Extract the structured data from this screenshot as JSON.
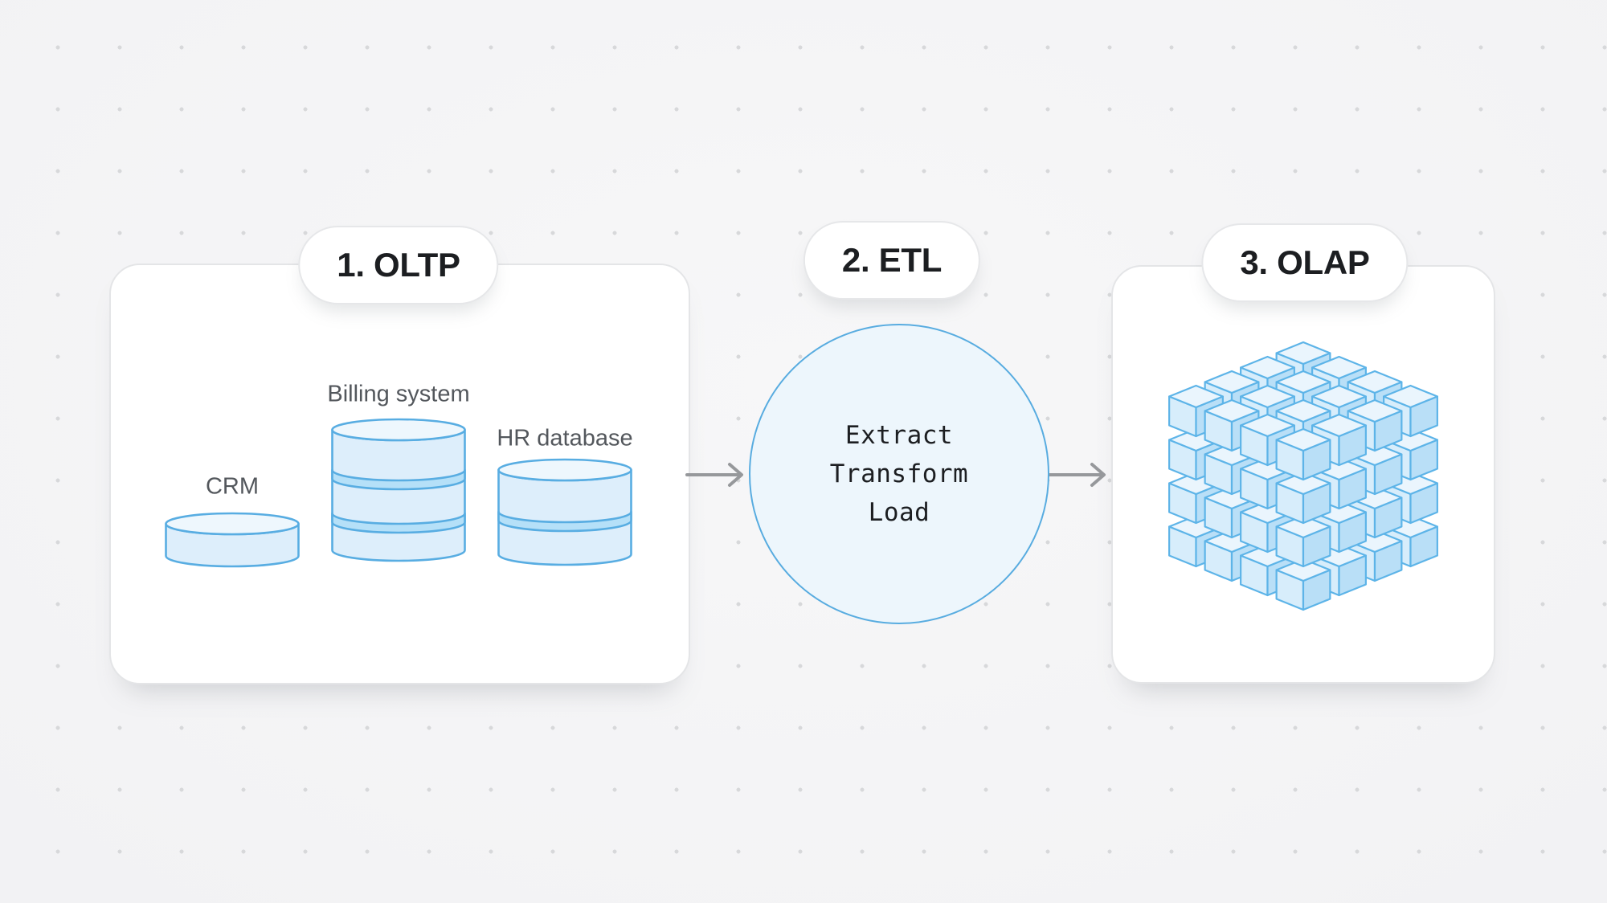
{
  "stages": [
    {
      "badge_label": "1. OLTP",
      "databases": [
        {
          "label": "CRM",
          "tiers": 1
        },
        {
          "label": "Billing system",
          "tiers": 3
        },
        {
          "label": "HR database",
          "tiers": 2
        }
      ]
    },
    {
      "badge_label": "2. ETL",
      "circle_lines": [
        "Extract",
        "Transform",
        "Load"
      ]
    },
    {
      "badge_label": "3. OLAP",
      "cube": {
        "rows": 4,
        "cols": 4,
        "layers": 4
      }
    }
  ],
  "colors": {
    "cylinder_stroke": "#58ade2",
    "cylinder_body": "#ddeefb",
    "cylinder_top": "#eef7fd",
    "cylinder_band": "#b5e0f8",
    "circle_fill": "#edf6fc",
    "circle_stroke": "#58ace0",
    "cube_stroke": "#5db4e8",
    "cube_top_face": "#eaf5fd",
    "cube_left_face": "#d7edfb",
    "cube_right_face": "#b9dff7",
    "arrow": "#96989b",
    "badge_text": "#1c1e21",
    "label_text": "#53575c"
  }
}
